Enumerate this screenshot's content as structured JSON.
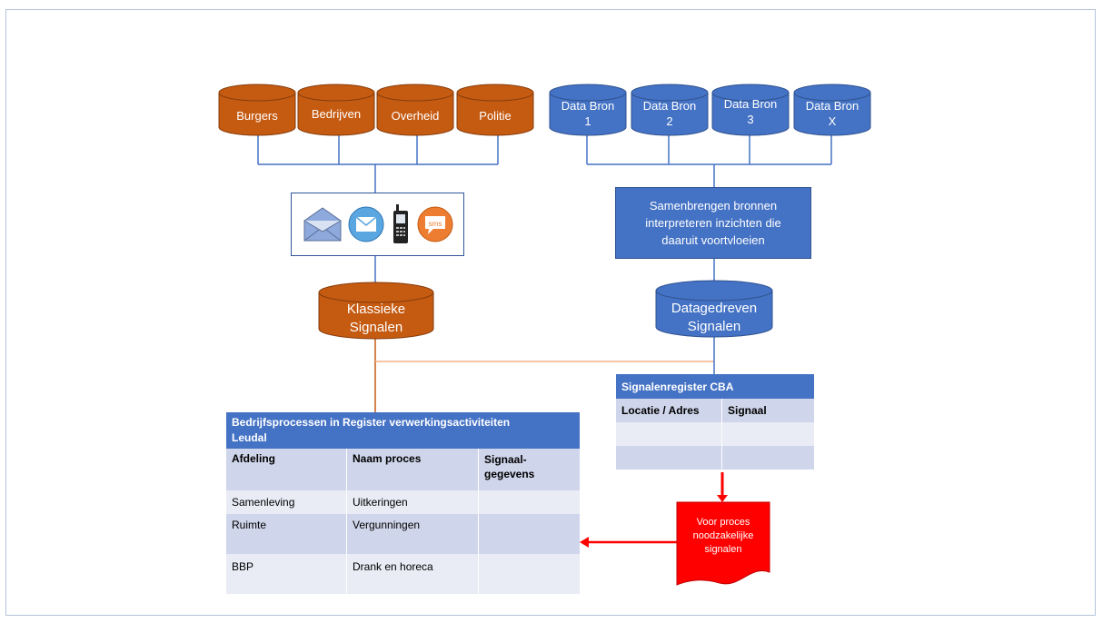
{
  "sources_orange": [
    "Burgers",
    "Bedrijven",
    "Overheid",
    "Politie"
  ],
  "sources_blue": [
    [
      "Data Bron",
      "1"
    ],
    [
      "Data Bron",
      "2"
    ],
    [
      "Data Bron",
      "3"
    ],
    [
      "Data Bron",
      "X"
    ]
  ],
  "combine_box": [
    "Samenbrengen bronnen",
    "interpreteren inzichten die",
    "daaruit voortvloeien"
  ],
  "classic": [
    "Klassieke",
    "Signalen"
  ],
  "datadriven": [
    "Datagedreven",
    "Signalen"
  ],
  "channel_icons": [
    "envelope-icon",
    "email-icon",
    "mobile-phone-icon",
    "sms-icon"
  ],
  "cba_table": {
    "title": "Signalenregister CBA",
    "headers": [
      "Locatie / Adres",
      "Signaal"
    ],
    "rows": [
      [
        "",
        ""
      ],
      [
        "",
        ""
      ]
    ]
  },
  "process_table": {
    "title_lines": [
      "Bedrijfsprocessen in Register verwerkingsactiviteiten",
      "Leudal"
    ],
    "headers": [
      "Afdeling",
      "Naam proces",
      "Signaal-\ngegevens"
    ],
    "rows": [
      [
        "Samenleving",
        "Uitkeringen",
        ""
      ],
      [
        "Ruimte",
        "Vergunningen",
        ""
      ],
      [
        "BBP",
        "Drank en horeca",
        ""
      ]
    ]
  },
  "signals_doc": [
    "Voor proces",
    "noodzakelijke",
    "signalen"
  ],
  "colors": {
    "orange": "#c55a11",
    "orange_dark": "#843c0c",
    "blue": "#4472c4",
    "blue_dark": "#2f528f",
    "line_blue": "#4472c4",
    "line_orange": "#c55a11",
    "line_tan": "#f4b183",
    "red": "#ff0000",
    "table_header": "#4472c4",
    "table_band": "#cfd5ea",
    "table_band_light": "#e9ebf5"
  }
}
